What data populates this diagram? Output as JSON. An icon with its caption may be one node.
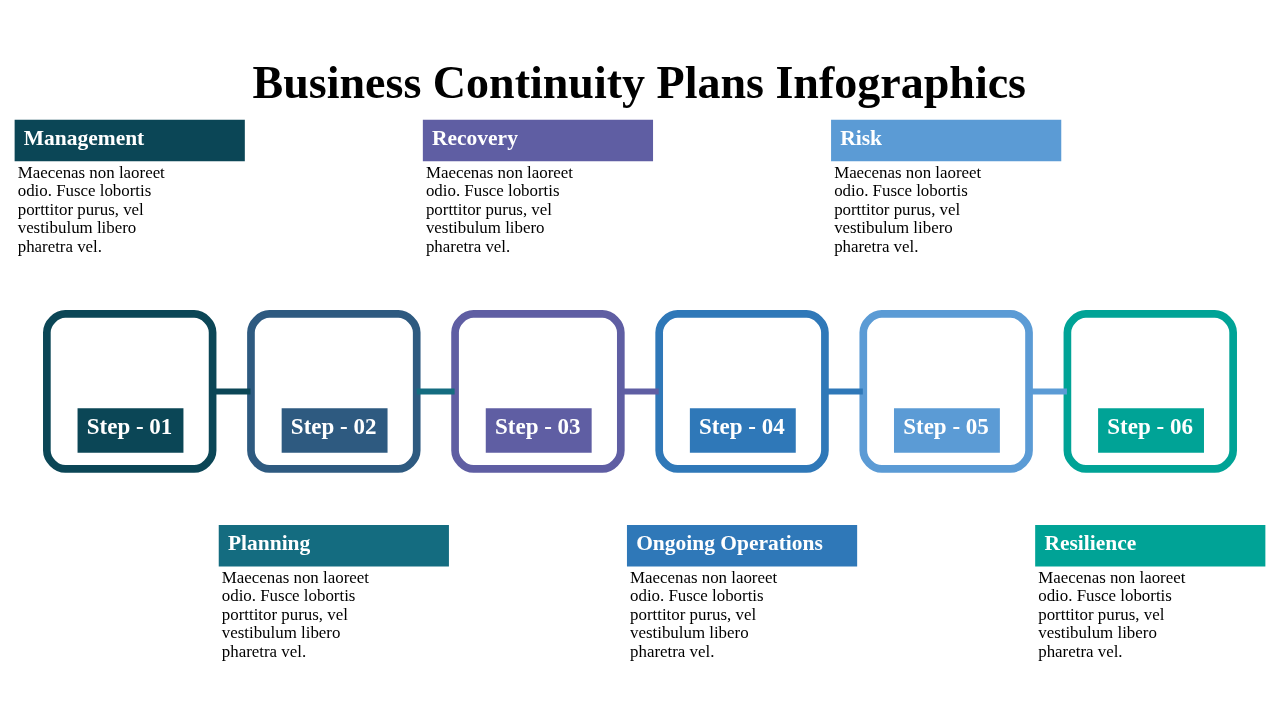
{
  "diagram": {
    "title": "Business Continuity Plans Infographics",
    "nodes": [
      {
        "text": [
          "Management",
          "Maecenas non laoreet odio. Fusce lobortis porttitor purus, vel vestibulum libero pharetra vel."
        ]
      },
      {
        "text": [
          "Recovery",
          "Maecenas non laoreet odio. Fusce lobortis porttitor purus, vel vestibulum libero pharetra vel."
        ]
      },
      {
        "text": [
          "Risk",
          "Maecenas non laoreet odio. Fusce lobortis porttitor purus, vel vestibulum libero pharetra vel."
        ]
      },
      {
        "text": [
          "Step - 01"
        ]
      },
      {
        "text": [
          "Step - 02"
        ]
      },
      {
        "text": [
          "Step - 03"
        ]
      },
      {
        "text": [
          "Step - 04"
        ]
      },
      {
        "text": [
          "Step - 05"
        ]
      },
      {
        "text": [
          "Step - 06"
        ]
      },
      {
        "text": [
          "Planning",
          "Maecenas non laoreet odio. Fusce lobortis porttitor purus, vel vestibulum libero pharetra vel."
        ]
      },
      {
        "text": [
          "Ongoing Operations",
          "Maecenas non laoreet odio. Fusce lobortis porttitor purus, vel vestibulum libero pharetra vel."
        ]
      },
      {
        "text": [
          "Resilience",
          "Maecenas non laoreet odio. Fusce lobortis porttitor purus, vel vestibulum libero pharetra vel."
        ]
      }
    ],
    "edges": [
      {
        "from": 3,
        "to": 4,
        "arrow": "none",
        "color": "#0b4656"
      },
      {
        "from": 4,
        "to": 5,
        "arrow": "none",
        "color": "#146c80"
      },
      {
        "from": 5,
        "to": 6,
        "arrow": "none",
        "color": "#5f5ea3"
      },
      {
        "from": 6,
        "to": 7,
        "arrow": "none",
        "color": "#2f78b8"
      },
      {
        "from": 7,
        "to": 8,
        "arrow": "none",
        "color": "#5b9bd5"
      }
    ]
  }
}
